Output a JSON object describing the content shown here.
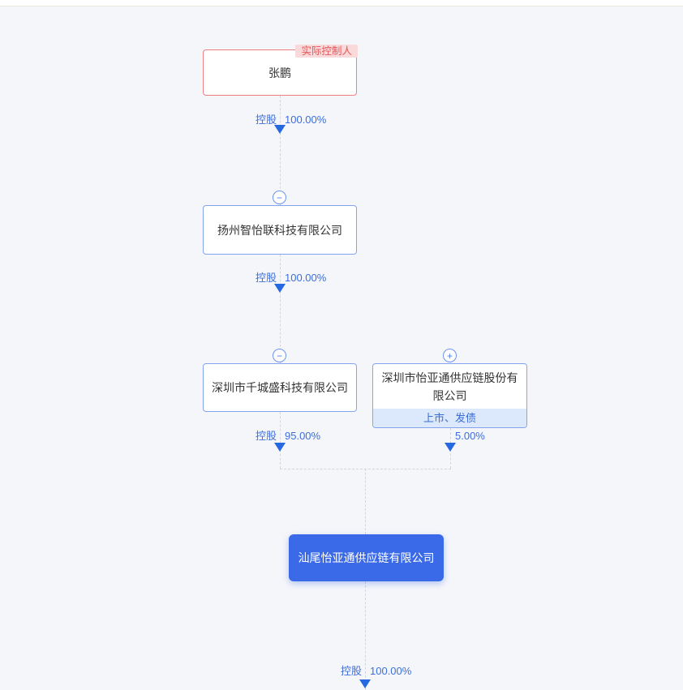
{
  "colors": {
    "canvas_bg": "#f5f6fa",
    "accent_blue": "#3a6ae8",
    "node_border_blue": "#84a3ef",
    "edge_label_blue": "#3d6edb",
    "arrow_blue": "#2668e0",
    "controller_border_red": "#ee8083",
    "controller_tag_bg": "#fad9da",
    "controller_tag_text": "#e4595c",
    "listed_badge_bg": "#dce8fb",
    "listed_badge_text": "#3a6cd9",
    "dash_line_gray": "#d4d5da"
  },
  "diagram": {
    "controller_tag": "实际控制人",
    "nodes": {
      "controller": {
        "name": "张鹏"
      },
      "yangzhou": {
        "name": "扬州智怡联科技有限公司"
      },
      "qiancheng": {
        "name": "深圳市千城盛科技有限公司"
      },
      "yiyatong": {
        "name": "深圳市怡亚通供应链股份有限公司",
        "badge": "上市、发债"
      },
      "target": {
        "name": "汕尾怡亚通供应链有限公司"
      }
    },
    "edges": {
      "controller_to_yangzhou": {
        "relation": "控股",
        "percent": "100.00%"
      },
      "yangzhou_to_qiancheng": {
        "relation": "控股",
        "percent": "100.00%"
      },
      "qiancheng_to_target": {
        "relation": "控股",
        "percent": "95.00%"
      },
      "yiyatong_to_target": {
        "percent": "5.00%"
      },
      "target_to_subsidiary": {
        "relation": "控股",
        "percent": "100.00%"
      }
    },
    "icons": {
      "collapse": "−",
      "expand": "+"
    }
  }
}
